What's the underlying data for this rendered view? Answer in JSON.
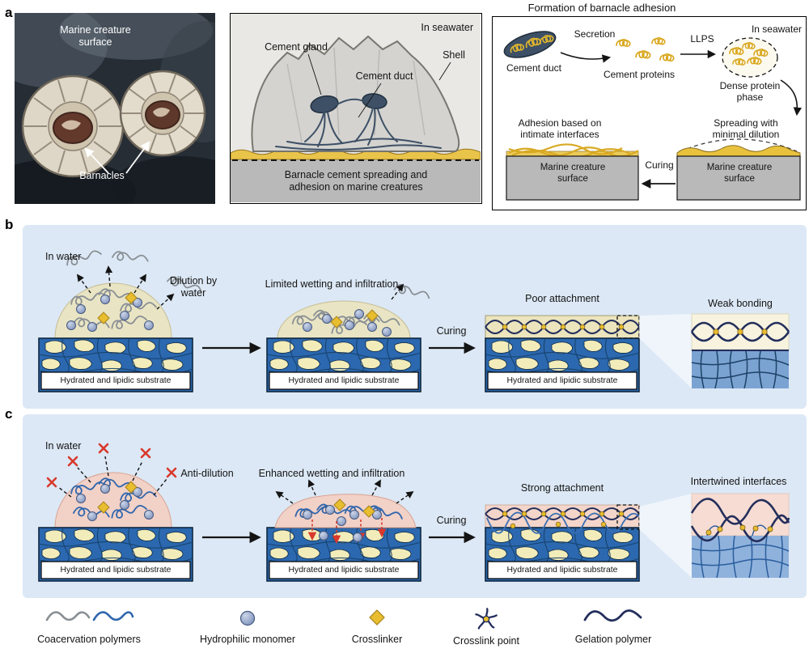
{
  "panel_a": {
    "label": "a",
    "photo": {
      "surface_label": "Marine creature\nsurface",
      "barnacles_label": "Barnacles"
    },
    "schematic": {
      "in_seawater": "In seawater",
      "cement_gland": "Cement gland",
      "cement_duct": "Cement duct",
      "shell": "Shell",
      "caption": "Barnacle cement spreading and\nadhesion on marine creatures"
    },
    "flow": {
      "title": "Formation of barnacle adhesion",
      "cement_duct": "Cement duct",
      "secretion": "Secretion",
      "cement_proteins": "Cement proteins",
      "llps": "LLPS",
      "in_seawater": "In seawater",
      "dense_phase": "Dense protein\nphase",
      "spreading": "Spreading with\nminimal dilution",
      "curing": "Curing",
      "adhesion": "Adhesion based on\nintimate interfaces",
      "surface": "Marine creature\nsurface"
    }
  },
  "panel_b": {
    "label": "b",
    "in_water": "In water",
    "annotation": "Dilution by\nwater",
    "substrate_label": "Hydrated and lipidic substrate",
    "step2_title": "Limited wetting and infiltration",
    "curing": "Curing",
    "step3_title": "Poor attachment",
    "zoom_title": "Weak bonding"
  },
  "panel_c": {
    "label": "c",
    "in_water": "In water",
    "annotation": "Anti-dilution",
    "substrate_label": "Hydrated and lipidic substrate",
    "step2_title": "Enhanced wetting and infiltration",
    "curing": "Curing",
    "step3_title": "Strong attachment",
    "zoom_title": "Intertwined interfaces"
  },
  "legend": {
    "items": [
      {
        "icon": "coacervation-polymers-icon",
        "label": "Coacervation polymers"
      },
      {
        "icon": "hydrophilic-monomer-icon",
        "label": "Hydrophilic monomer"
      },
      {
        "icon": "crosslinker-icon",
        "label": "Crosslinker"
      },
      {
        "icon": "crosslink-point-icon",
        "label": "Crosslink point"
      },
      {
        "icon": "gelation-polymer-icon",
        "label": "Gelation polymer"
      }
    ]
  },
  "colors": {
    "panel_background": "#dce8f5",
    "substrate_blue": "#2b68af",
    "substrate_cream": "#f2ecba",
    "adhesive_cream": "#eae3bf",
    "adhesive_pink": "#f2d0c4",
    "cement_yellow": "#e8c23e",
    "gelation_navy": "#232e5c",
    "coacervate_gray": "#898f94",
    "coacervate_blue": "#2f66ad",
    "crosslinker_yellow": "#e8bd2f",
    "anti_dilution_red": "#d8392c"
  }
}
